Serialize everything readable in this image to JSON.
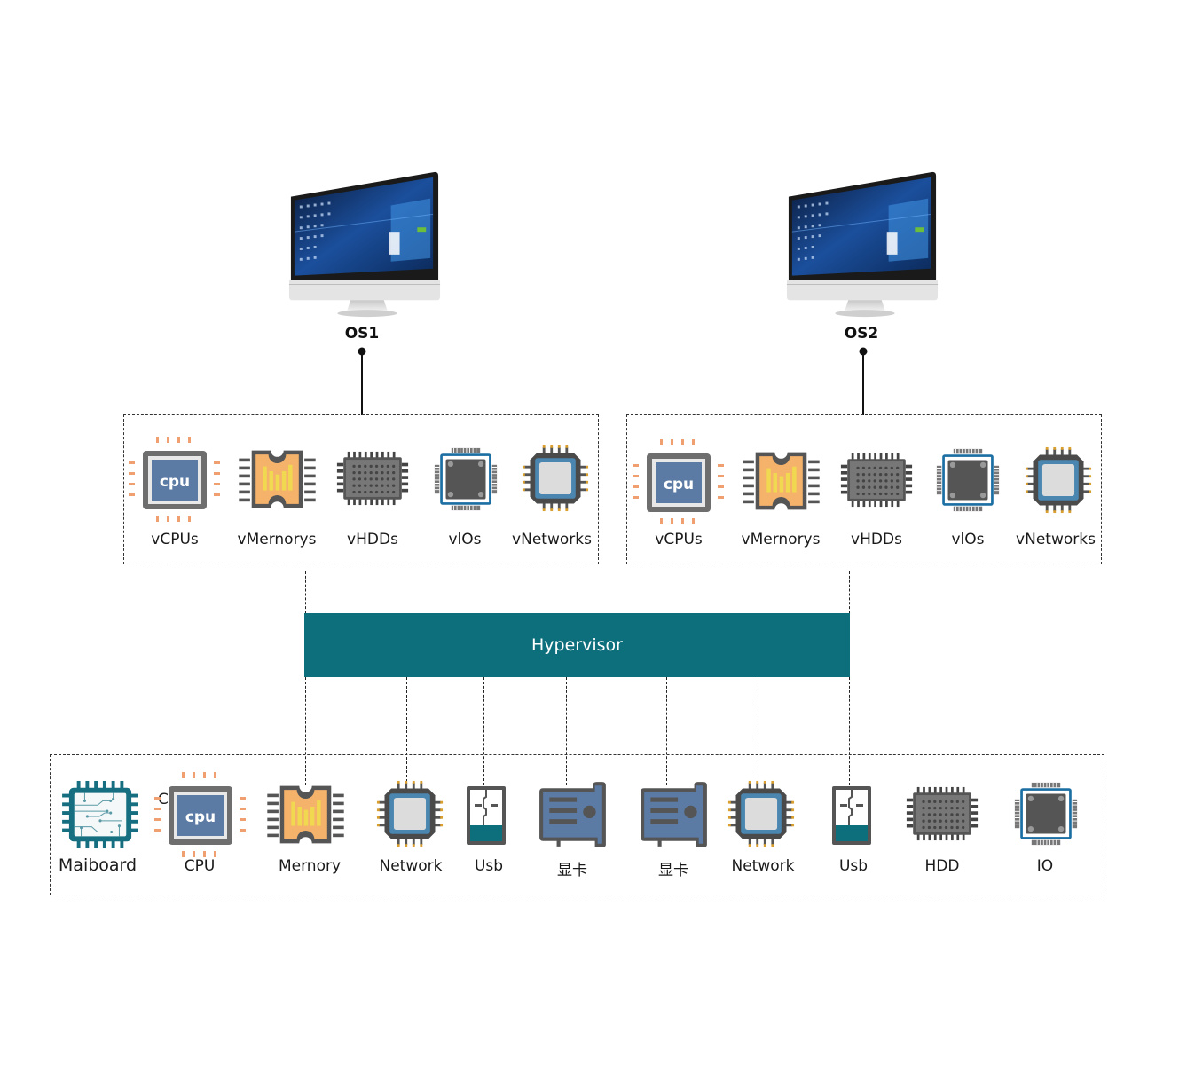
{
  "vms": [
    {
      "os_label": "OS1",
      "monitor_icon": "desktop-monitor-icon",
      "resources": [
        {
          "label": "vCPUs",
          "icon": "cpu-chip-icon"
        },
        {
          "label": "vMernorys",
          "icon": "memory-chip-icon"
        },
        {
          "label": "vHDDs",
          "icon": "hdd-chip-icon"
        },
        {
          "label": "vlOs",
          "icon": "io-chip-icon"
        },
        {
          "label": "vNetworks",
          "icon": "network-chip-icon"
        }
      ]
    },
    {
      "os_label": "OS2",
      "monitor_icon": "desktop-monitor-icon",
      "resources": [
        {
          "label": "vCPUs",
          "icon": "cpu-chip-icon"
        },
        {
          "label": "vMernorys",
          "icon": "memory-chip-icon"
        },
        {
          "label": "vHDDs",
          "icon": "hdd-chip-icon"
        },
        {
          "label": "vlOs",
          "icon": "io-chip-icon"
        },
        {
          "label": "vNetworks",
          "icon": "network-chip-icon"
        }
      ]
    }
  ],
  "hypervisor": {
    "label": "Hypervisor",
    "color": "#0e6f7c"
  },
  "hardware": {
    "stray_text": "C",
    "items": [
      {
        "label": "Maiboard",
        "icon": "motherboard-chip-icon"
      },
      {
        "label": "CPU",
        "icon": "cpu-chip-icon"
      },
      {
        "label": "Mernory",
        "icon": "memory-chip-icon"
      },
      {
        "label": "Network",
        "icon": "network-chip-icon"
      },
      {
        "label": "Usb",
        "icon": "usb-icon"
      },
      {
        "label": "显卡",
        "icon": "graphics-card-icon"
      },
      {
        "label": "显卡",
        "icon": "graphics-card-icon"
      },
      {
        "label": "Network",
        "icon": "network-chip-icon"
      },
      {
        "label": "Usb",
        "icon": "usb-icon"
      },
      {
        "label": "HDD",
        "icon": "hdd-chip-icon"
      },
      {
        "label": "IO",
        "icon": "io-chip-icon"
      }
    ]
  },
  "colors": {
    "cpu_blue": "#5b7ba5",
    "memory_orange": "#f5b26b",
    "memory_bars": "#f0d850",
    "chip_gray": "#5a5a5a",
    "io_border": "#1b6fa3",
    "network_blue": "#4a86b0",
    "teal": "#0e6f7c",
    "pin_orange": "#f0a070"
  }
}
